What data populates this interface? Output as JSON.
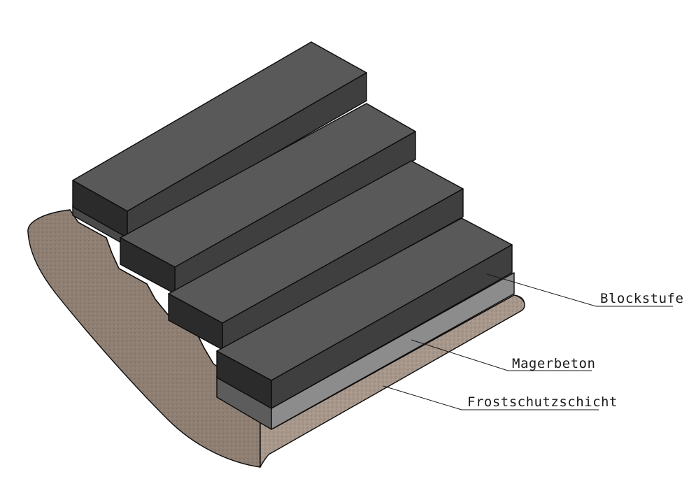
{
  "labels": {
    "blockstufe": "Blockstufe",
    "magerbeton": "Magerbeton",
    "frostschutzschicht": "Frostschutzschicht"
  },
  "colors": {
    "step_top": "#595959",
    "step_front": "#2b2b2b",
    "step_side": "#3f3f3f",
    "magerbeton_front": "#8c8c8c",
    "magerbeton_side": "#5c5c5c",
    "frostschutz": "#a8978b",
    "frostschutz_dark": "#8a7a6f",
    "leader": "#1a1a1a"
  },
  "step_count": 4
}
